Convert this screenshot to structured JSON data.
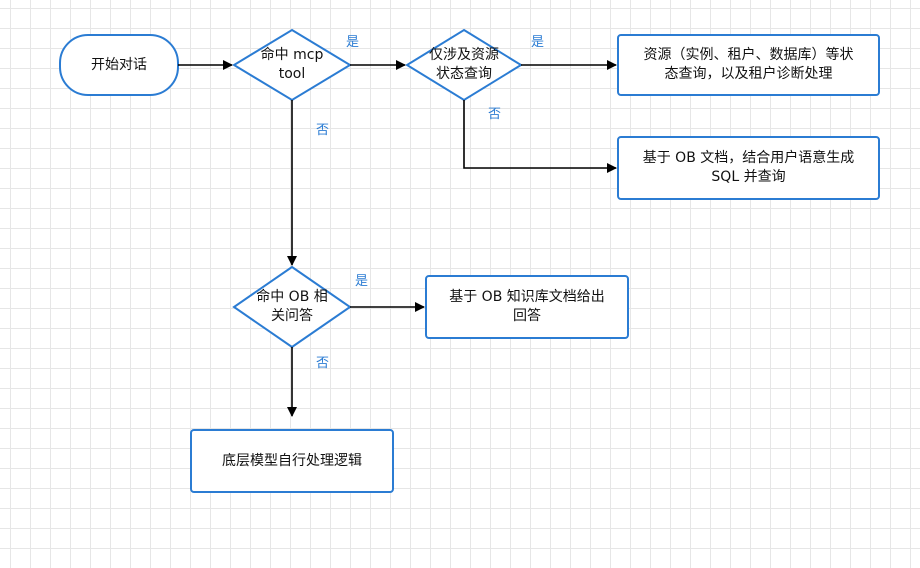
{
  "diagram": {
    "start": "开始对话",
    "decision_mcp": "命中 mcp\ntool",
    "decision_status": "仅涉及资源\n状态查询",
    "box_status_query": "资源（实例、租户、数据库）等状\n态查询，以及租户诊断处理",
    "box_sql": "基于 OB 文档，结合用户语意生成\nSQL 并查询",
    "decision_ob": "命中 OB 相\n关问答",
    "box_kb_answer": "基于 OB 知识库文档给出\n回答",
    "box_fallback": "底层模型自行处理逻辑",
    "yes_label_1": "是",
    "yes_label_2": "是",
    "yes_label_3": "是",
    "no_label_1": "否",
    "no_label_2": "否",
    "no_label_3": "否"
  },
  "colors": {
    "border": "#2b7cd3",
    "edge": "#000000",
    "label": "#2b7cd3"
  }
}
